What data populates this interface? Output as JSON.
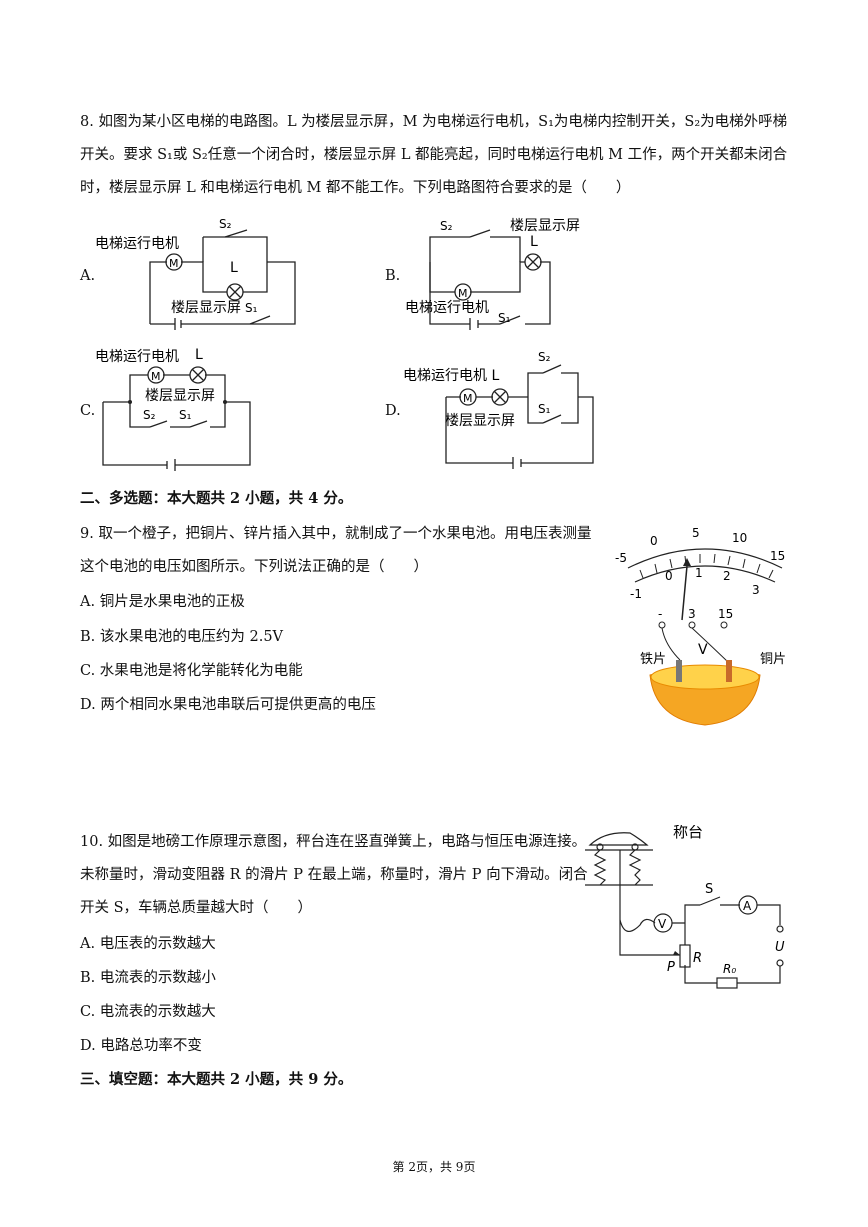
{
  "q8": {
    "text": "8. 如图为某小区电梯的电路图。L 为楼层显示屏，M 为电梯运行电机，S₁为电梯内控制开关，S₂为电梯外呼梯开关。要求 S₁或 S₂任意一个闭合时，楼层显示屏 L 都能亮起，同时电梯运行电机 M 工作，两个开关都未闭合时，楼层显示屏 L 和电梯运行电机 M 都不能工作。下列电路图符合要求的是（　　）",
    "option_a": "A.",
    "option_b": "B.",
    "option_c": "C.",
    "option_d": "D.",
    "motor_label": "电梯运行电机",
    "screen_label": "楼层显示屏",
    "motor_screen_label": "电梯运行电机 L",
    "motor_symbol": "M",
    "lamp_symbol": "L",
    "s1": "S₁",
    "s2": "S₂"
  },
  "section2": "二、多选题：本大题共 2 小题，共 4 分。",
  "q9": {
    "text": "9. 取一个橙子，把铜片、锌片插入其中，就制成了一个水果电池。用电压表测量这个电池的电压如图所示。下列说法正确的是（　　）",
    "options": [
      "A. 铜片是水果电池的正极",
      "B. 该水果电池的电压约为 2.5V",
      "C. 水果电池是将化学能转化为电能",
      "D. 两个相同水果电池串联后可提供更高的电压"
    ],
    "meter_upper_ticks": [
      "-5",
      "0",
      "5",
      "10",
      "15"
    ],
    "meter_lower_ticks": [
      "-1",
      "0",
      "1",
      "2",
      "3"
    ],
    "terminals": [
      "-",
      "3",
      "15"
    ],
    "meter_symbol": "V",
    "iron_label": "铁片",
    "copper_label": "铜片"
  },
  "q10": {
    "text": "10. 如图是地磅工作原理示意图，秤台连在竖直弹簧上，电路与恒压电源连接。未称量时，滑动变阻器 R 的滑片 P 在最上端，称量时，滑片 P 向下滑动。闭合开关 S，车辆总质量越大时（　　）",
    "options": [
      "A. 电压表的示数越大",
      "B. 电流表的示数越小",
      "C. 电流表的示数越大",
      "D. 电路总功率不变"
    ],
    "platform_label": "称台",
    "switch_label": "S",
    "ammeter": "A",
    "voltmeter": "V",
    "resistor_r": "R",
    "resistor_r0": "R₀",
    "source_u": "U",
    "slider_p": "P"
  },
  "section3": "三、填空题：本大题共 2 小题，共 9 分。",
  "footer": "第 2页，共 9页"
}
